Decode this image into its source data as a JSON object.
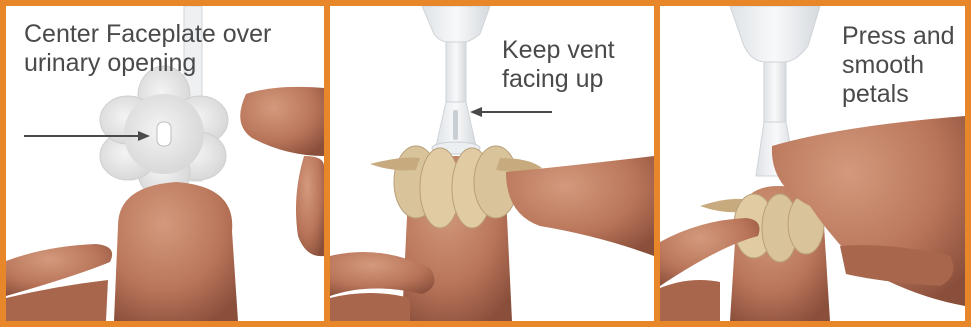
{
  "panels": [
    {
      "caption_lines": [
        "Center Faceplate over",
        "urinary opening"
      ]
    },
    {
      "caption_lines": [
        "Keep vent",
        "facing up"
      ]
    },
    {
      "caption_lines": [
        "Press and",
        "smooth",
        "petals"
      ]
    }
  ],
  "colors": {
    "border": "#e8862a",
    "text": "#4a4a4a",
    "skin": "#b9755a",
    "skin_dark": "#8f5440",
    "petal": "#d9c39a",
    "faceplate": "#e7e7e7"
  },
  "icons": [
    "pointer-arrow-icon"
  ]
}
